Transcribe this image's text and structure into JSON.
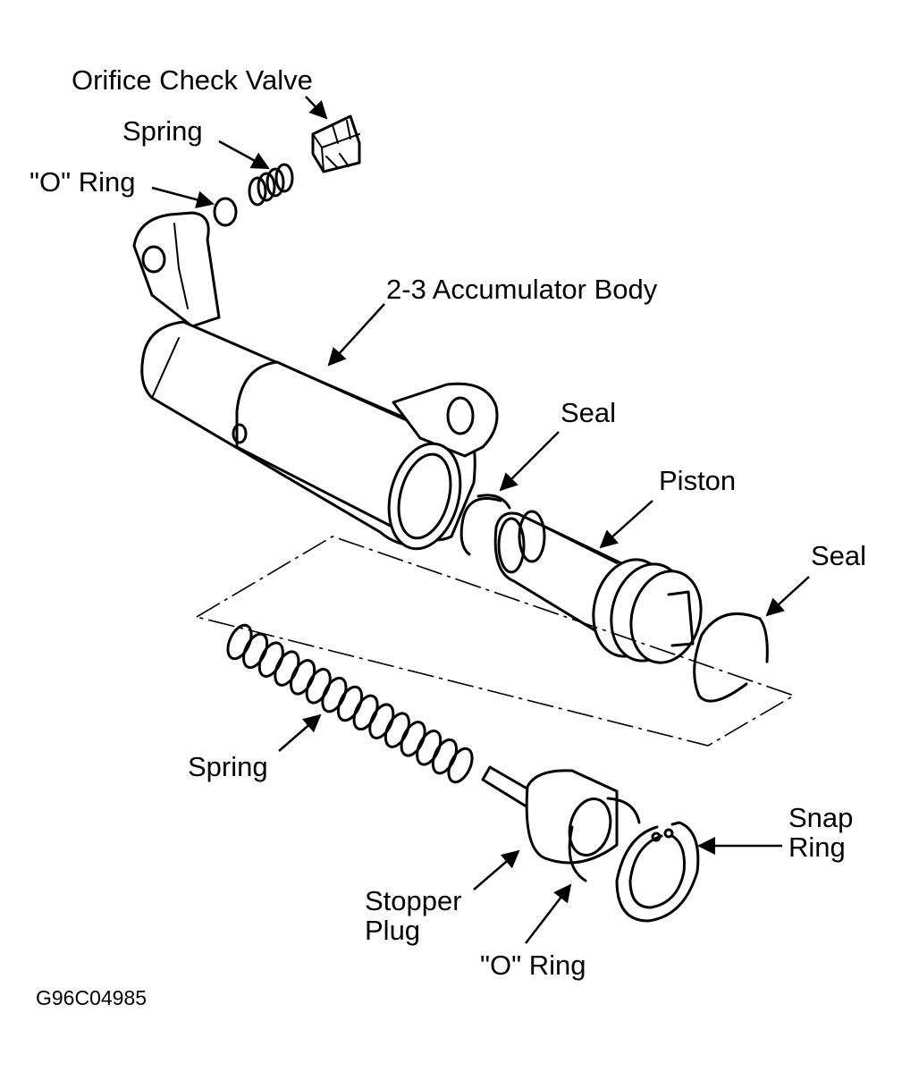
{
  "labels": {
    "orifice_check_valve": "Orifice Check Valve",
    "spring_top": "Spring",
    "o_ring_top": "\"O\" Ring",
    "accumulator_body": "2-3 Accumulator Body",
    "seal_upper": "Seal",
    "piston": "Piston",
    "seal_right": "Seal",
    "spring_bottom": "Spring",
    "snap_ring_1": "Snap",
    "snap_ring_2": "Ring",
    "stopper_plug_1": "Stopper",
    "stopper_plug_2": "Plug",
    "o_ring_bottom": "\"O\" Ring"
  },
  "figure_code": "G96C04985"
}
